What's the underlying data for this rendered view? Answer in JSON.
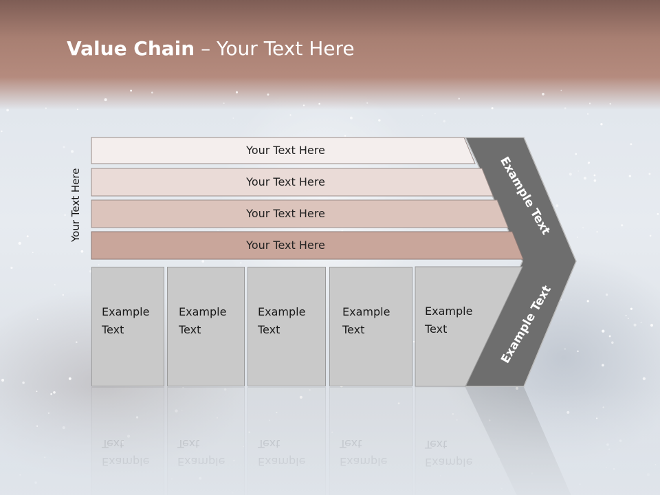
{
  "title": {
    "bold": "Value Chain",
    "rest": " – Your Text Here"
  },
  "side_label": "Your Text Here",
  "bars": [
    {
      "label": "Your Text Here",
      "color": "#f4eeed"
    },
    {
      "label": "Your Text Here",
      "color": "#eadbd7"
    },
    {
      "label": "Your Text Here",
      "color": "#dcc4bc"
    },
    {
      "label": "Your Text Here",
      "color": "#c9a69b"
    }
  ],
  "boxes": [
    {
      "line1": "Example",
      "line2": "Text"
    },
    {
      "line1": "Example",
      "line2": "Text"
    },
    {
      "line1": "Example",
      "line2": "Text"
    },
    {
      "line1": "Example",
      "line2": "Text"
    },
    {
      "line1": "Example",
      "line2": "Text"
    }
  ],
  "chevron": {
    "upper_label": "Example Text",
    "lower_label": "Example Text",
    "color": "#6e6e6e"
  },
  "colors": {
    "header": "#b58b7e",
    "box_fill": "#c9c9c9",
    "box_border": "#9a9a9a"
  }
}
